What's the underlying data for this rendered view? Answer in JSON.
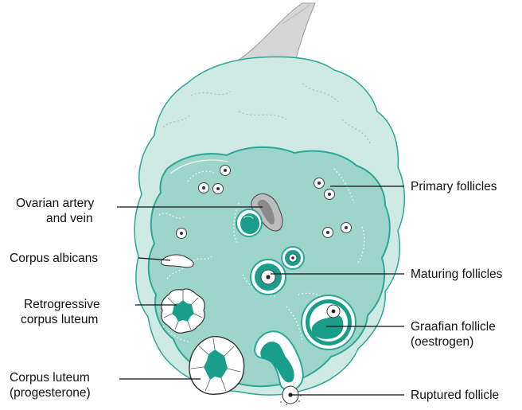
{
  "labels": {
    "ovarian_artery": [
      "Ovarian artery",
      "and vein"
    ],
    "corpus_albicans": [
      "Corpus albicans"
    ],
    "retrogressive": [
      "Retrogressive",
      "corpus luteum"
    ],
    "corpus_luteum": [
      "Corpus luteum",
      "(progesterone)"
    ],
    "primary_follicles": [
      "Primary follicles"
    ],
    "maturing_follicles": [
      "Maturing follicles"
    ],
    "graafian_follicle": [
      "Graafian follicle",
      "(oestrogen)"
    ],
    "ruptured_follicle": [
      "Ruptured follicle"
    ]
  },
  "colors": {
    "outer_fill": "#cfe9e3",
    "cortex_fill": "#9ed5cb",
    "outline": "#2aa897",
    "teal_dark": "#1a9e8c",
    "leader_line": "#111111",
    "artery_gray": "#9a9a9a"
  }
}
